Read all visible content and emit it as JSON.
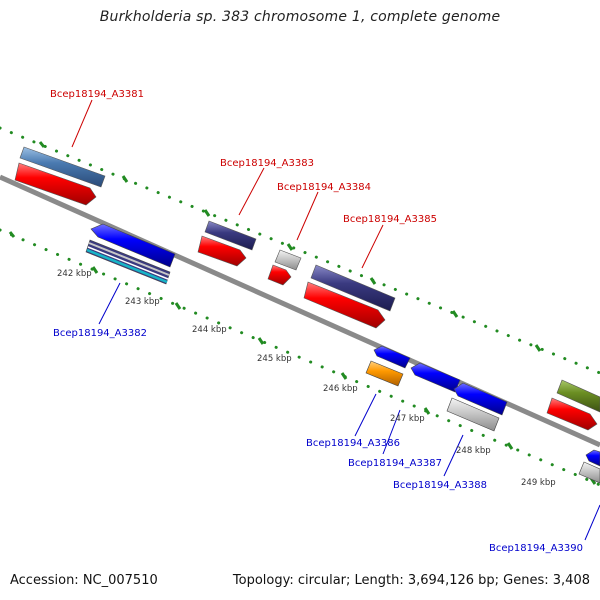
{
  "title": "Burkholderia sp. 383 chromosome 1, complete genome",
  "accession": "Accession: NC_007510",
  "summary": "Topology: circular; Length: 3,694,126 bp; Genes: 3,408",
  "colors": {
    "backbone": "#808080",
    "tick": "#228b22",
    "label_forward": "#cc0000",
    "label_reverse": "#0000cc",
    "red": "#ff0000",
    "blue": "#0000ff",
    "purple": "#3a3a80",
    "steel": "#4a7ab0",
    "gray": "#c8c8c8",
    "orange": "#ff9900",
    "olive": "#6b8e23",
    "cyan": "#17b5c6"
  },
  "scale_labels": [
    "242 kbp",
    "243 kbp",
    "244 kbp",
    "245 kbp",
    "246 kbp",
    "247 kbp",
    "248 kbp",
    "249 kbp"
  ],
  "gene_labels": {
    "forward": [
      "Bcep18194_A3381",
      "Bcep18194_A3383",
      "Bcep18194_A3384",
      "Bcep18194_A3385"
    ],
    "reverse": [
      "Bcep18194_A3382",
      "Bcep18194_A3386",
      "Bcep18194_A3387",
      "Bcep18194_A3388",
      "Bcep18194_A3390"
    ]
  }
}
